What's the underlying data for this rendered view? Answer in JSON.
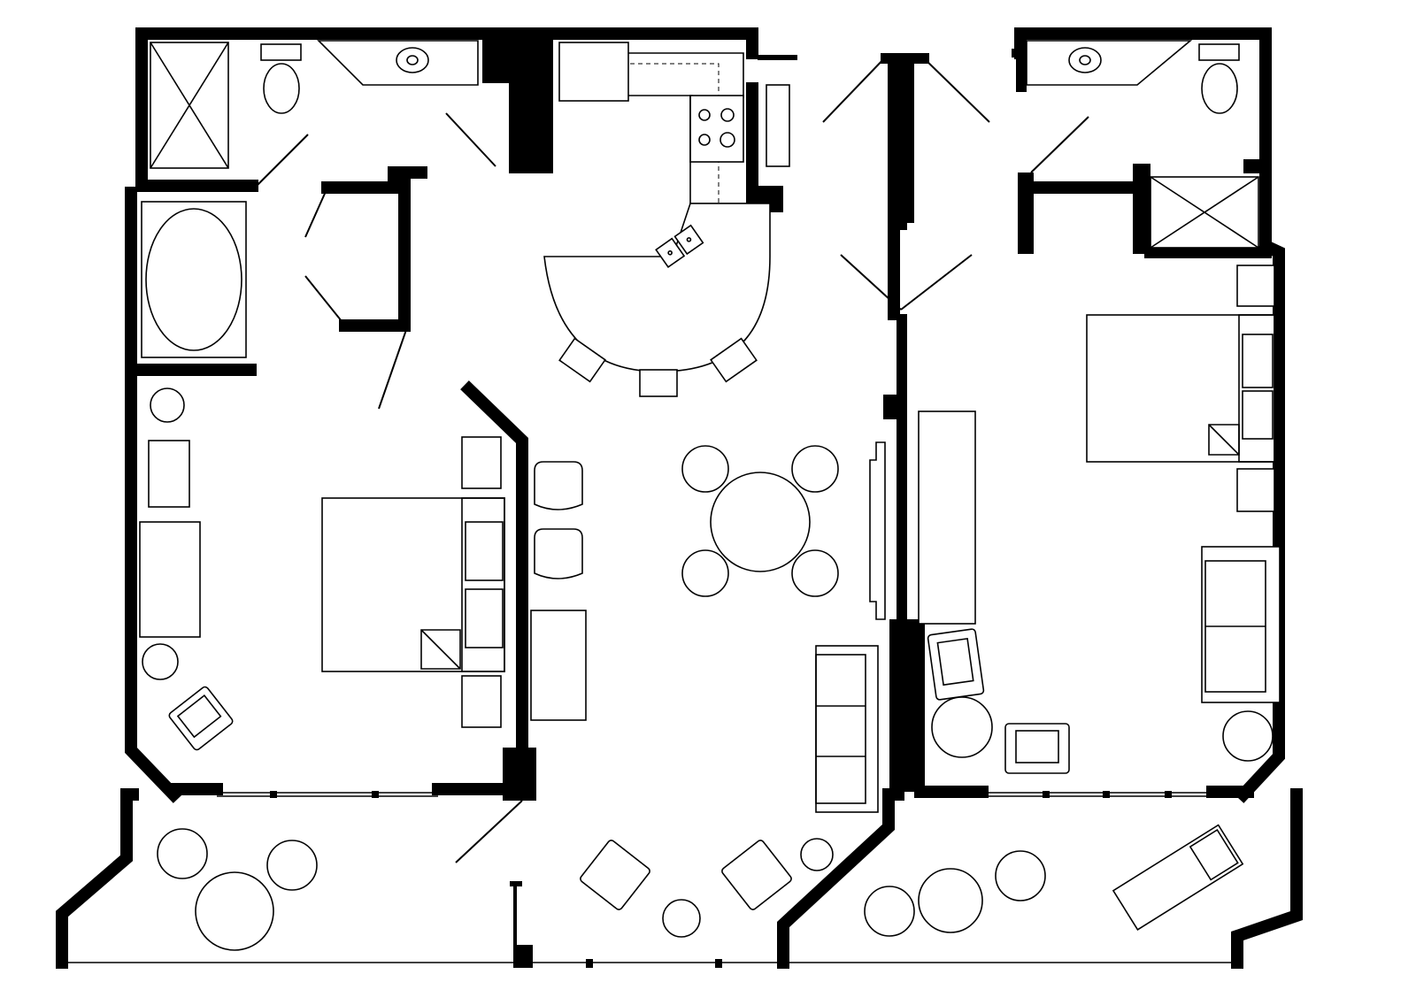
{
  "diagram": {
    "type": "floor-plan",
    "line_color": "#000000",
    "background": "#ffffff",
    "rooms": [
      {
        "name": "master-bathroom"
      },
      {
        "name": "master-bedroom"
      },
      {
        "name": "kitchen"
      },
      {
        "name": "living-dining-room"
      },
      {
        "name": "second-bathroom"
      },
      {
        "name": "second-bedroom"
      },
      {
        "name": "balcony-left"
      },
      {
        "name": "balcony-center"
      },
      {
        "name": "balcony-right"
      }
    ]
  }
}
